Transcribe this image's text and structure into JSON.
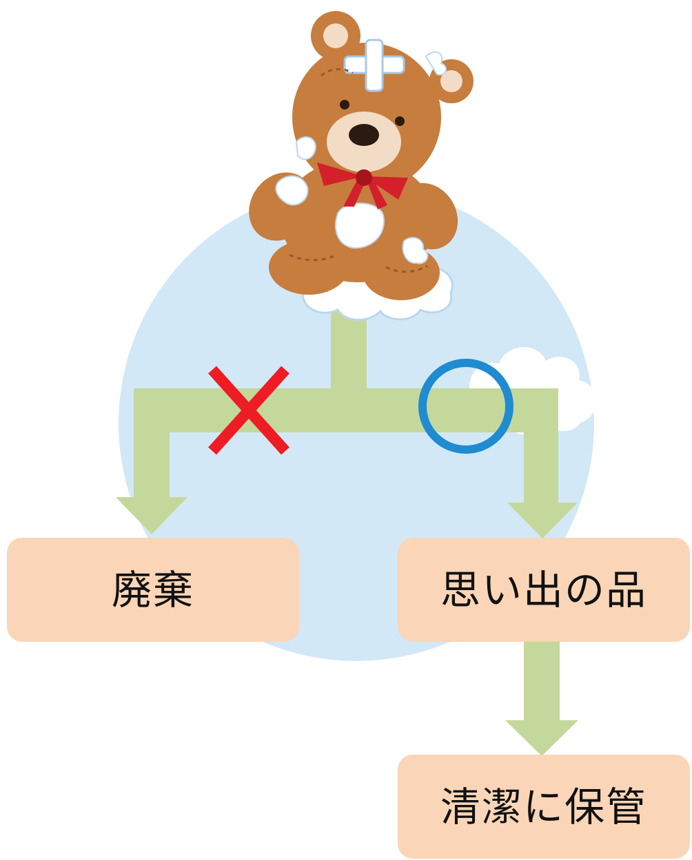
{
  "colors": {
    "background_circle": "#d3e8f6",
    "cloud": "#ffffff",
    "cloud_outline": "#b9d7ee",
    "arrow": "#c4d89c",
    "box_fill": "#fad5b7",
    "cross_mark": "#ee1c24",
    "circle_mark": "#1f8bd0",
    "bear_fur": "#c77d3e",
    "bear_ribbon": "#d3202a",
    "bear_bandage": "#ffffff"
  },
  "illustration": {
    "icon": "patched-teddy-bear-icon"
  },
  "marks": {
    "no_icon": "cross-mark-icon",
    "yes_icon": "circle-mark-icon"
  },
  "boxes": {
    "discard": "廃棄",
    "memento": "思い出の品",
    "store": "清潔に保管"
  }
}
